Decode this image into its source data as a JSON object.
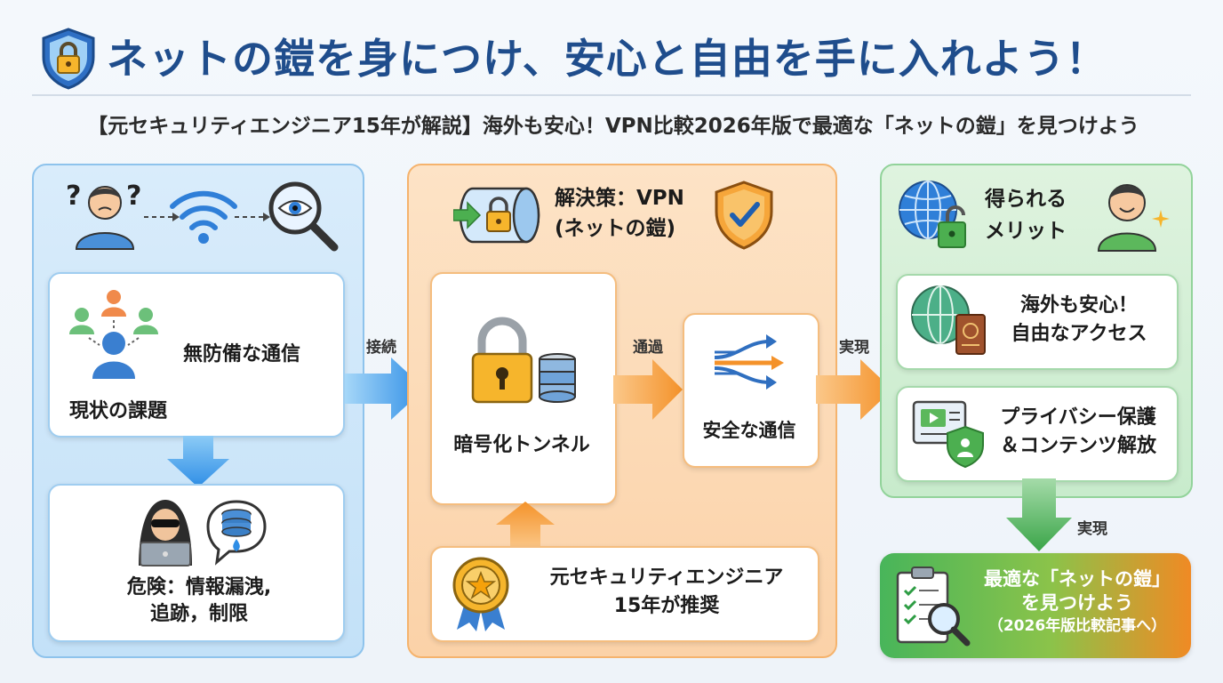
{
  "header": {
    "title": "ネットの鎧を身につけ、安心と自由を手に入れよう！",
    "subtitle": "【元セキュリティエンジニア15年が解説】海外も安心！VPN比較2026年版で最適な「ネットの鎧」を見つけよう"
  },
  "problem": {
    "card1_label": "無防備な通信",
    "card1_caption": "現状の課題",
    "card2_label_line1": "危険：情報漏洩,",
    "card2_label_line2": "追跡，制限"
  },
  "solution": {
    "title_line1": "解決策：VPN",
    "title_line2": "(ネットの鎧)",
    "tunnel_label": "暗号化トンネル",
    "secure_label": "安全な通信",
    "expert_line1": "元セキュリティエンジニア",
    "expert_line2": "15年が推奨"
  },
  "benefits": {
    "title_line1": "得られる",
    "title_line2": "メリット",
    "item1_line1": "海外も安心！",
    "item1_line2": "自由なアクセス",
    "item2_line1": "プライバシー保護",
    "item2_line2": "＆コンテンツ解放"
  },
  "arrows": {
    "connect": "接続",
    "pass": "通過",
    "realize1": "実現",
    "realize2": "実現"
  },
  "final": {
    "line1": "最適な「ネットの鎧」",
    "line2": "を見つけよう",
    "line3": "（2026年版比較記事へ）"
  },
  "colors": {
    "title": "#1f4d8c",
    "blue": "#3fa3ee",
    "orange": "#f5a13d",
    "green": "#4caf50"
  }
}
